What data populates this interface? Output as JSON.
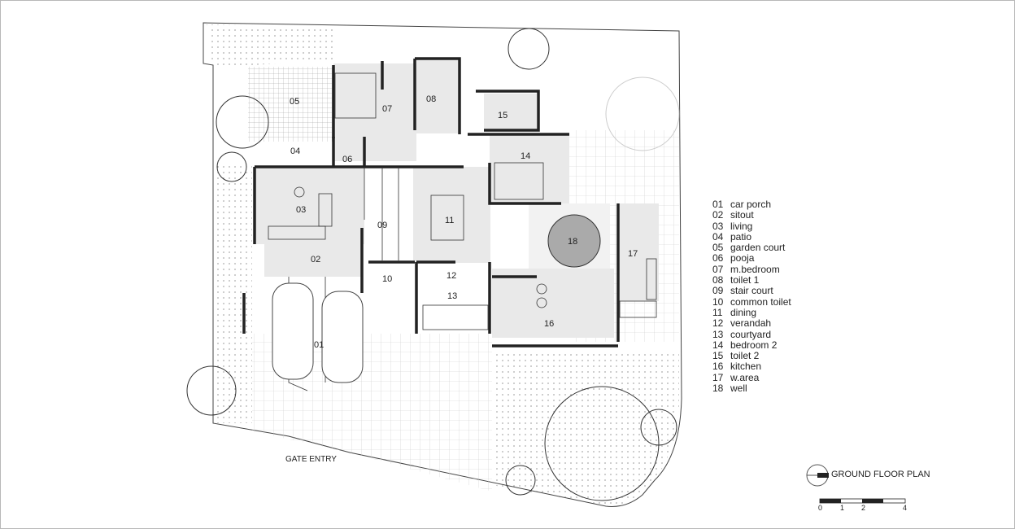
{
  "rooms": [
    {
      "num": "01",
      "name": "car porch"
    },
    {
      "num": "02",
      "name": "sitout"
    },
    {
      "num": "03",
      "name": "living"
    },
    {
      "num": "04",
      "name": "patio"
    },
    {
      "num": "05",
      "name": "garden court"
    },
    {
      "num": "06",
      "name": "pooja"
    },
    {
      "num": "07",
      "name": "m.bedroom"
    },
    {
      "num": "08",
      "name": "toilet 1"
    },
    {
      "num": "09",
      "name": "stair court"
    },
    {
      "num": "10",
      "name": "common toilet"
    },
    {
      "num": "11",
      "name": "dining"
    },
    {
      "num": "12",
      "name": "verandah"
    },
    {
      "num": "13",
      "name": "courtyard"
    },
    {
      "num": "14",
      "name": "bedroom 2"
    },
    {
      "num": "15",
      "name": "toilet 2"
    },
    {
      "num": "16",
      "name": "kitchen"
    },
    {
      "num": "17",
      "name": "w.area"
    },
    {
      "num": "18",
      "name": "well"
    }
  ],
  "plan_title": "GROUND FLOOR PLAN",
  "gate_label": "GATE ENTRY",
  "scale": {
    "ticks": [
      "0",
      "1",
      "2",
      "4"
    ]
  },
  "colors": {
    "line": "#222222",
    "fill": "#e9e9e9",
    "well": "#aaaaaa"
  }
}
